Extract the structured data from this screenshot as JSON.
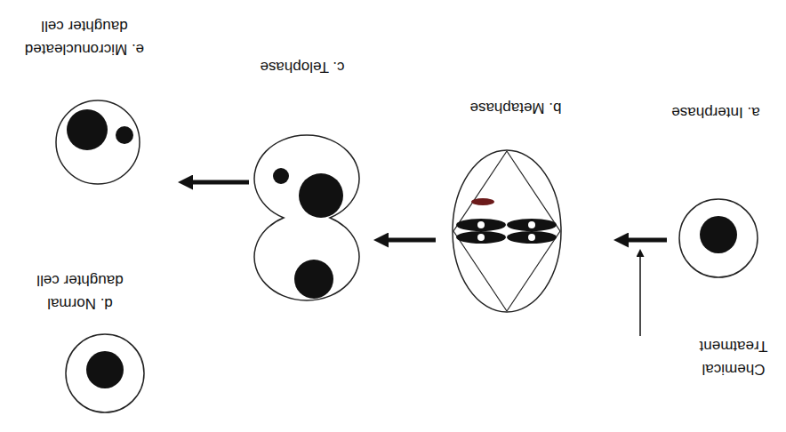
{
  "diagram": {
    "nodes": [
      {
        "text": [
          "a. Interphase"
        ]
      },
      {
        "text": [
          "b. Metaphase"
        ]
      },
      {
        "text": [
          "c. Telophase"
        ]
      },
      {
        "text": [
          "d. Normal daughter cell"
        ]
      },
      {
        "text": [
          "e. Micronucleated daughter cell"
        ]
      }
    ],
    "edges": [
      {
        "from": 0,
        "to": 1,
        "arrow": "to"
      },
      {
        "from": 1,
        "to": 2,
        "arrow": "to"
      },
      {
        "from": 2,
        "to": 4,
        "arrow": "to"
      }
    ],
    "labels": [
      "Chemical Treatment"
    ]
  }
}
